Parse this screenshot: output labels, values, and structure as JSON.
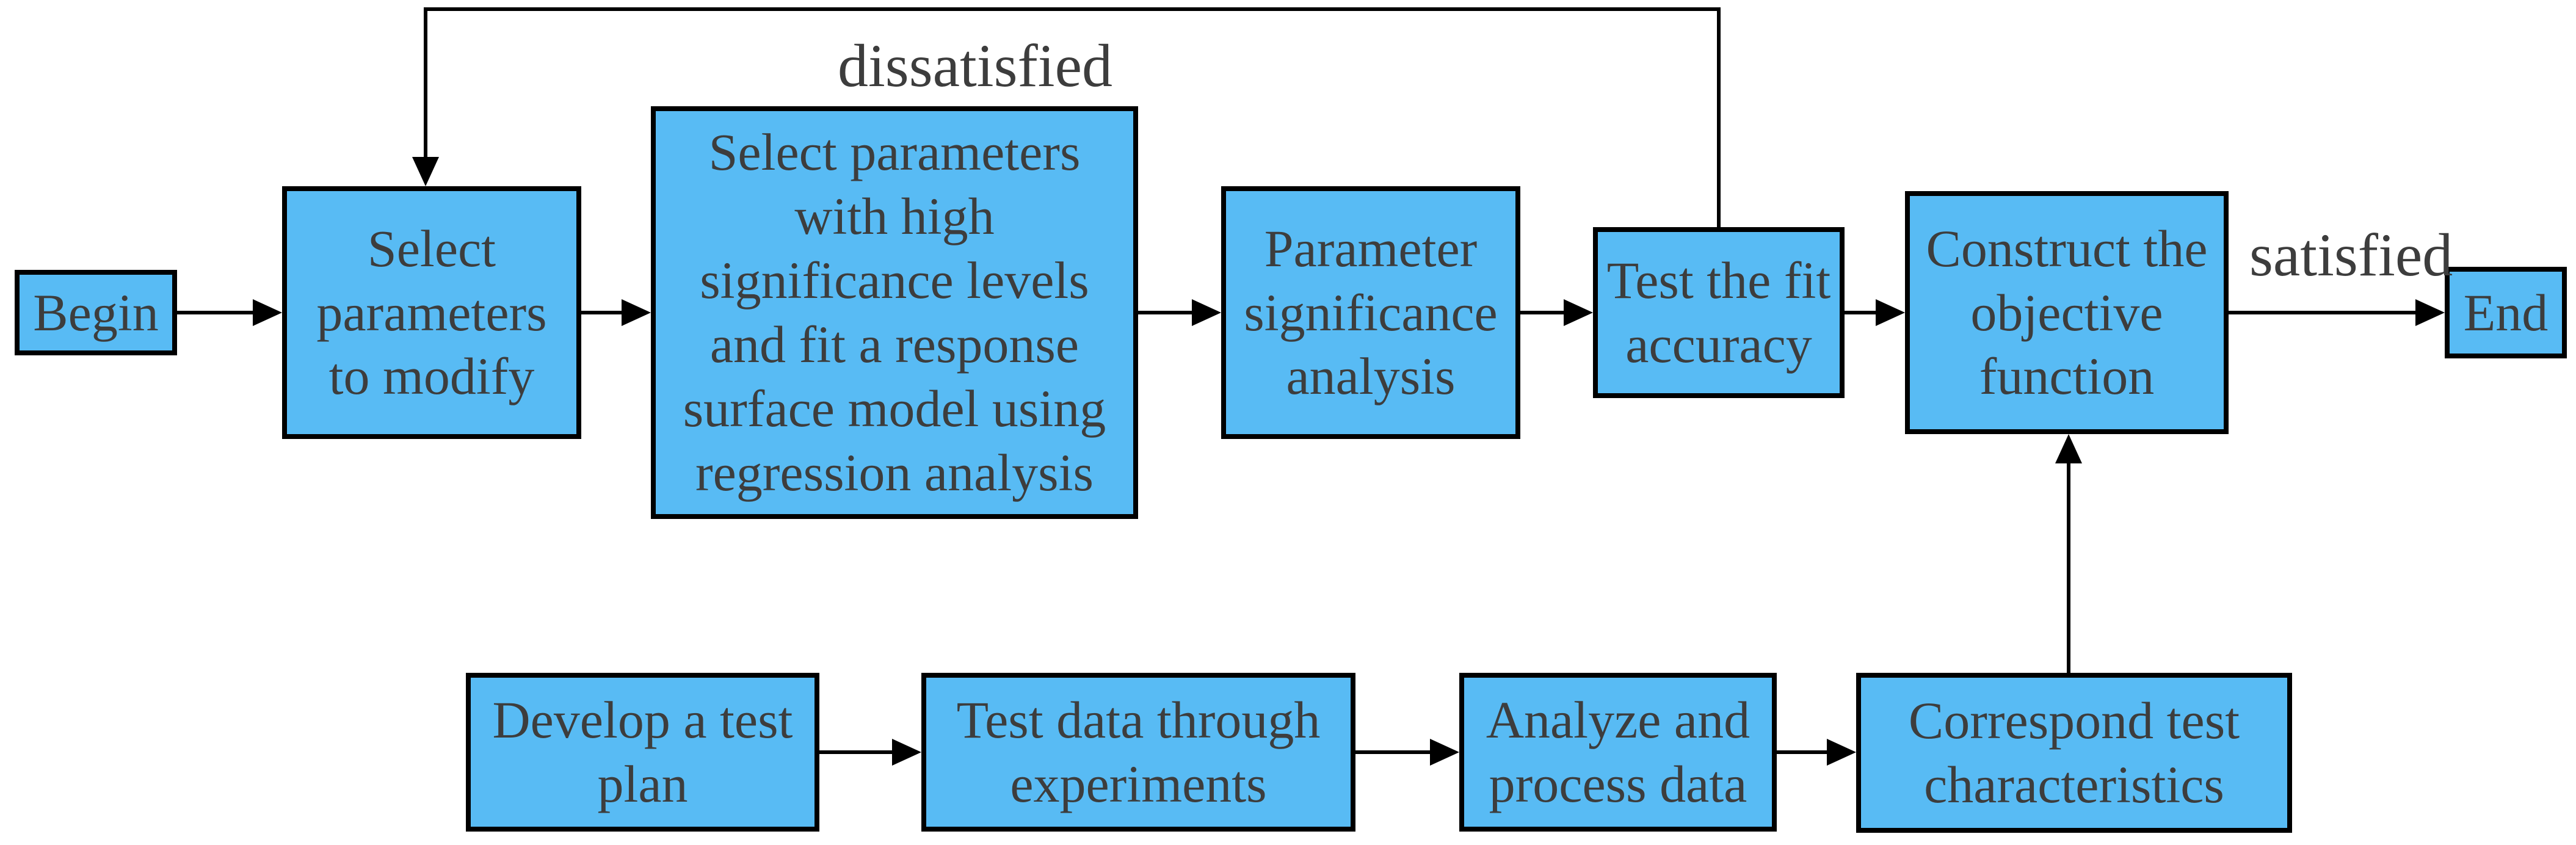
{
  "figure": {
    "type": "flowchart",
    "colors": {
      "background": "#ffffff",
      "node_fill": "#58bbf4",
      "node_border": "#000000",
      "line": "#000000",
      "text": "#3d3d3d"
    }
  },
  "nodes": {
    "begin": "Begin",
    "select_parameters": "Select\nparameters\nto modify",
    "fit_response_model": "Select parameters\nwith high\nsignificance levels\nand fit a response\nsurface model using\nregression analysis",
    "parameter_significance": "Parameter\nsignificance\nanalysis",
    "test_fit_accuracy": "Test the fit\naccuracy",
    "construct_objective": "Construct the\nobjective\nfunction",
    "end": "End",
    "develop_test_plan": "Develop a test\nplan",
    "test_data_experiments": "Test data through\nexperiments",
    "analyze_process_data": "Analyze and\nprocess data",
    "correspond_characteristics": "Correspond test\ncharacteristics"
  },
  "edge_labels": {
    "dissatisfied": "dissatisfied",
    "satisfied": "satisfied"
  }
}
